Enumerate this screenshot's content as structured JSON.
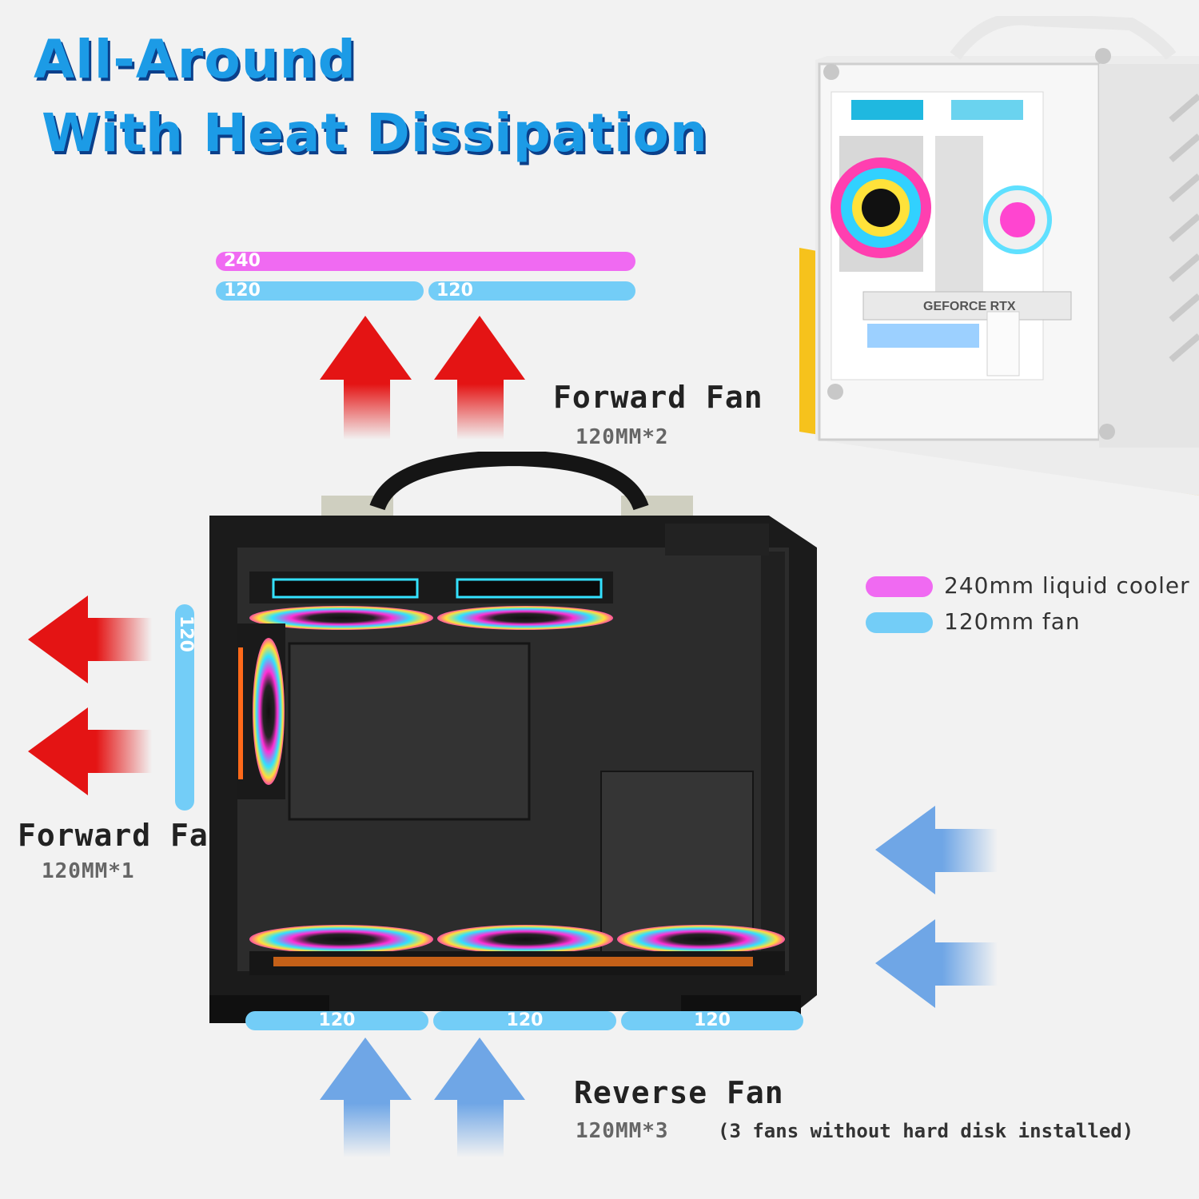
{
  "title": {
    "line1": "All-Around",
    "line2": "With Heat Dissipation"
  },
  "top_fans": {
    "cooler_label": "240",
    "fan_labels": [
      "120",
      "120"
    ],
    "name": "Forward Fan",
    "spec": "120MM*2"
  },
  "side_fan": {
    "fan_label": "120",
    "name": "Forward Fan",
    "spec": "120MM*1"
  },
  "bottom_fans": {
    "fan_labels": [
      "120",
      "120",
      "120"
    ],
    "name": "Reverse Fan",
    "spec": "120MM*3",
    "note": "(3 fans without hard disk installed)"
  },
  "legend": [
    {
      "label": "240mm liquid cooler",
      "color": "#f06af2"
    },
    {
      "label": "120mm fan",
      "color": "#73cdf7"
    }
  ],
  "colors": {
    "exhaust_arrow": "#e41414",
    "intake_arrow": "#6fa6e6",
    "title_blue": "#1c9be6",
    "accent_yellow": "#f6c21c"
  },
  "inset_photo": {
    "gpu_text": "GEFORCE RTX"
  }
}
